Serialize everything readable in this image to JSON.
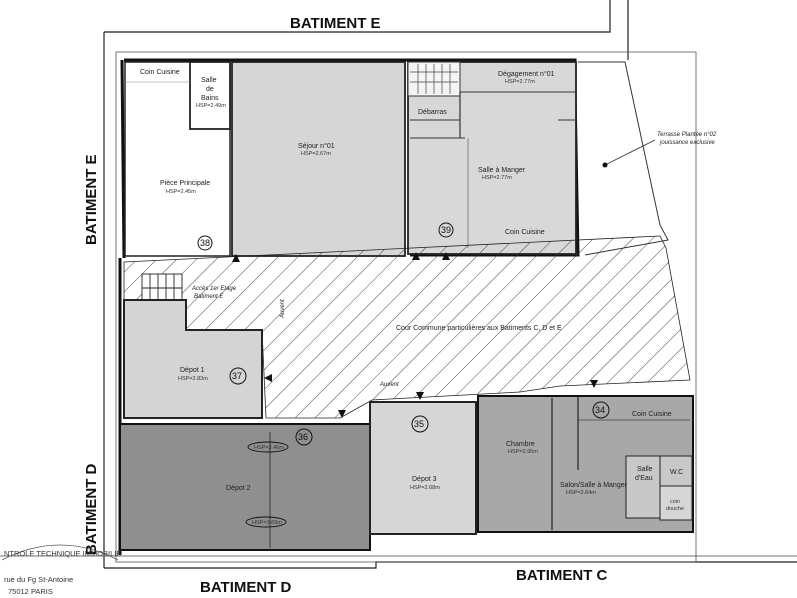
{
  "buildings": {
    "top": "BATIMENT E",
    "left_upper": "BATIMENT E",
    "left_lower": "BATIMENT D",
    "bottom_left": "BATIMENT D",
    "bottom_right": "BATIMENT C"
  },
  "rooms": {
    "coin_cuisine_38": "Coin Cuisine",
    "salle_de_bains_l1": "Salle",
    "salle_de_bains_l2": "de",
    "salle_de_bains_l3": "Bains",
    "salle_de_bains_hsp": "HSP=2.49m",
    "piece_principale": "Pièce Principale",
    "piece_principale_hsp": "HSP=2.45m",
    "sejour": "Séjour n°01",
    "sejour_hsp": "HSP=2.67m",
    "degagement": "Dégagement n°01",
    "degagement_hsp": "HSP=2.77m",
    "debarras": "Débarras",
    "salle_a_manger": "Salle à Manger",
    "salle_a_manger_hsp": "HSP=2.77m",
    "coin_cuisine_39": "Coin Cuisine",
    "terrasse_l1": "Terrasse Plantée n°02",
    "terrasse_l2": "jouissance exclusive",
    "acces_l1": "Accès 1er Etage",
    "acces_l2": "Batiment E",
    "auvent_1": "Auvent",
    "cour_commune": "Cour Commune particulières aux Batiments C, D et E",
    "auvent_2": "Auvent",
    "depot1": "Dépot 1",
    "depot1_hsp": "HSP=2.83m",
    "depot2": "Dépot 2",
    "depot2_hsp_top": "HSP=3.46m",
    "depot2_hsp_bottom": "HSP=3.69m",
    "depot3": "Dépot 3",
    "depot3_hsp": "HSP=2.68m",
    "chambre": "Chambre",
    "chambre_hsp": "HSP=2.95m",
    "coin_cuisine_34": "Coin Cuisine",
    "salle_deau_l1": "Salle",
    "salle_deau_l2": "d'Eau",
    "wc": "W.C",
    "salon_sam": "Salon/Salle à Manger",
    "salon_sam_hsp": "HSP=2.64m",
    "douche_l1": "coin",
    "douche_l2": "douche"
  },
  "lots": {
    "l38": "38",
    "l39": "39",
    "l37": "37",
    "l36": "36",
    "l35": "35",
    "l34": "34"
  },
  "stamp": {
    "line1": "NTROLE TECHNIQUE IMMOBILIE",
    "line2": "rue du Fg St-Antoine",
    "line3": "75012 PARIS"
  }
}
